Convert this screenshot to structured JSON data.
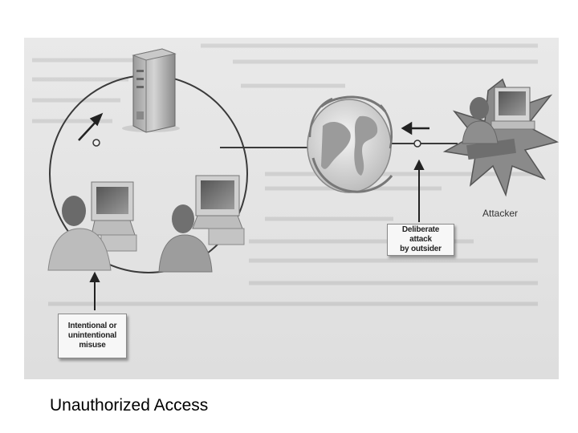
{
  "caption": "Unauthorized Access",
  "diagram": {
    "attacker_label": "Attacker",
    "deliberate_label": [
      "Deliberate attack",
      "by outsider"
    ],
    "misuse_label": [
      "Intentional or",
      "unintentional",
      "misuse"
    ]
  },
  "icons": {
    "server": "server-tower-icon",
    "workstation": "workstation-computer-icon",
    "user": "person-icon",
    "globe": "internet-globe-icon",
    "attacker_burst": "starburst-icon"
  },
  "colors": {
    "line": "#3a3a3a",
    "scan_background": "#e5e5e5"
  }
}
